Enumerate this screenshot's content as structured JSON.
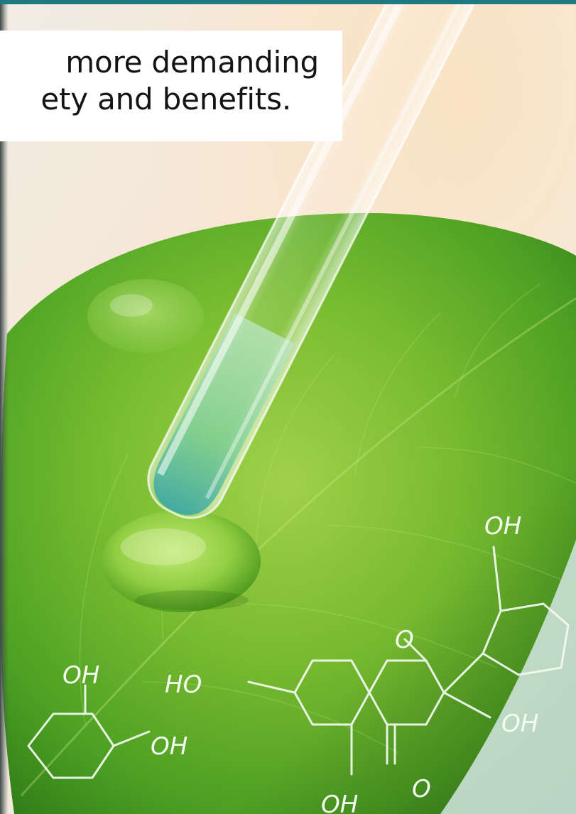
{
  "caption": {
    "line1": "more demanding",
    "line2": "ety and benefits."
  },
  "molecule_labels": {
    "oh_top_right": "OH",
    "oh_left_top": "OH",
    "ho_center": "HO",
    "oh_left_bottom": "OH",
    "oh_right": "OH",
    "o_ring": "O",
    "o_carbonyl": "O",
    "oh_bottom": "OH"
  },
  "colors": {
    "top_bar": "#1e7a80",
    "leaf_light": "#9fd44a",
    "leaf_dark": "#3f9a1f",
    "background_warm": "#f6e6d3"
  }
}
